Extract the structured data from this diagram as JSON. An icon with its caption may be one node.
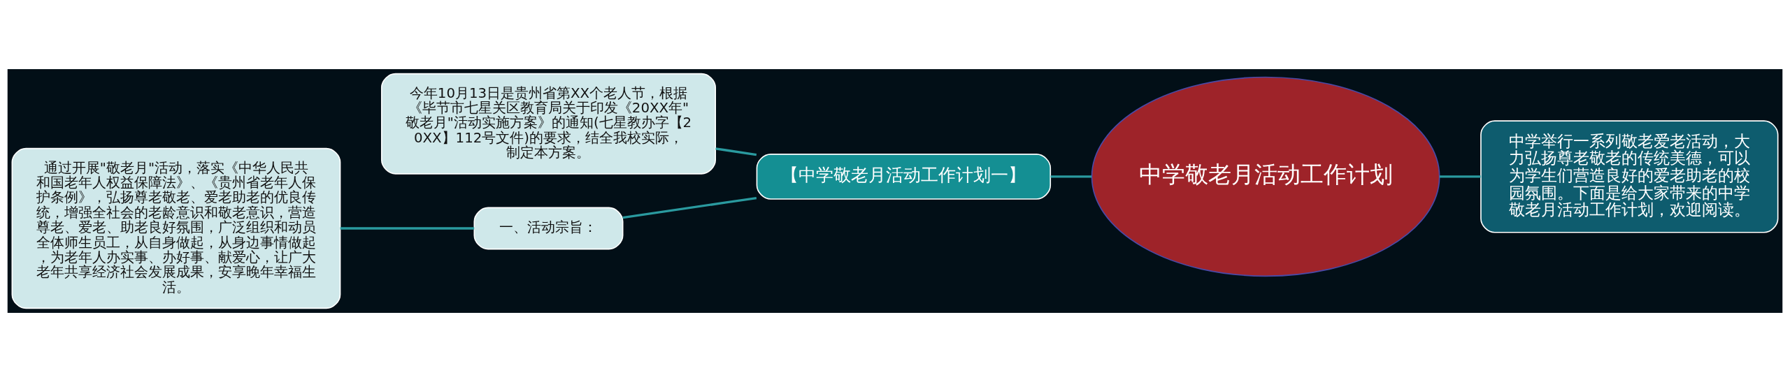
{
  "diagram": {
    "nodes": [
      {
        "text": [
          "中学敬老月活动工作计划"
        ]
      },
      {
        "text": [
          "中学举行一系列敬老爱老活动，大力弘扬尊老敬老的传统美德，可以为学生们营造良好的爱老助老的校园氛围。下面是给大家带来的中学敬老月活动工作计划，欢迎阅读。"
        ]
      },
      {
        "text": [
          "【中学敬老月活动工作计划一】"
        ]
      },
      {
        "text": [
          "今年10月13日是贵州省第XX个老人节，根据《毕节市七星关区教育局关于印发《20XX年\"敬老月\"活动实施方案》的通知(七星教办字【20XX】112号文件)的要求，结全我校实际，制定本方案。"
        ]
      },
      {
        "text": [
          "一、活动宗旨："
        ]
      },
      {
        "text": [
          "通过开展\"敬老月\"活动，落实《中华人民共和国老年人权益保障法》、《贵州省老年人保护条例》，弘扬尊老敬老、爱老助老的优良传统，增强全社会的老龄意识和敬老意识，营造尊老、爱老、助老良好氛围，广泛组织和动员全体师生员工，从自身做起，从身边事情做起，为老年人办实事、办好事、献爱心，让广大老年共享经济社会发展成果，安享晚年幸福生活。"
        ]
      }
    ],
    "edges": [
      {
        "from": 0,
        "to": 1,
        "arrow": "none"
      },
      {
        "from": 0,
        "to": 2,
        "arrow": "none"
      },
      {
        "from": 2,
        "to": 3,
        "arrow": "none"
      },
      {
        "from": 2,
        "to": 4,
        "arrow": "none"
      },
      {
        "from": 4,
        "to": 5,
        "arrow": "none"
      }
    ]
  }
}
